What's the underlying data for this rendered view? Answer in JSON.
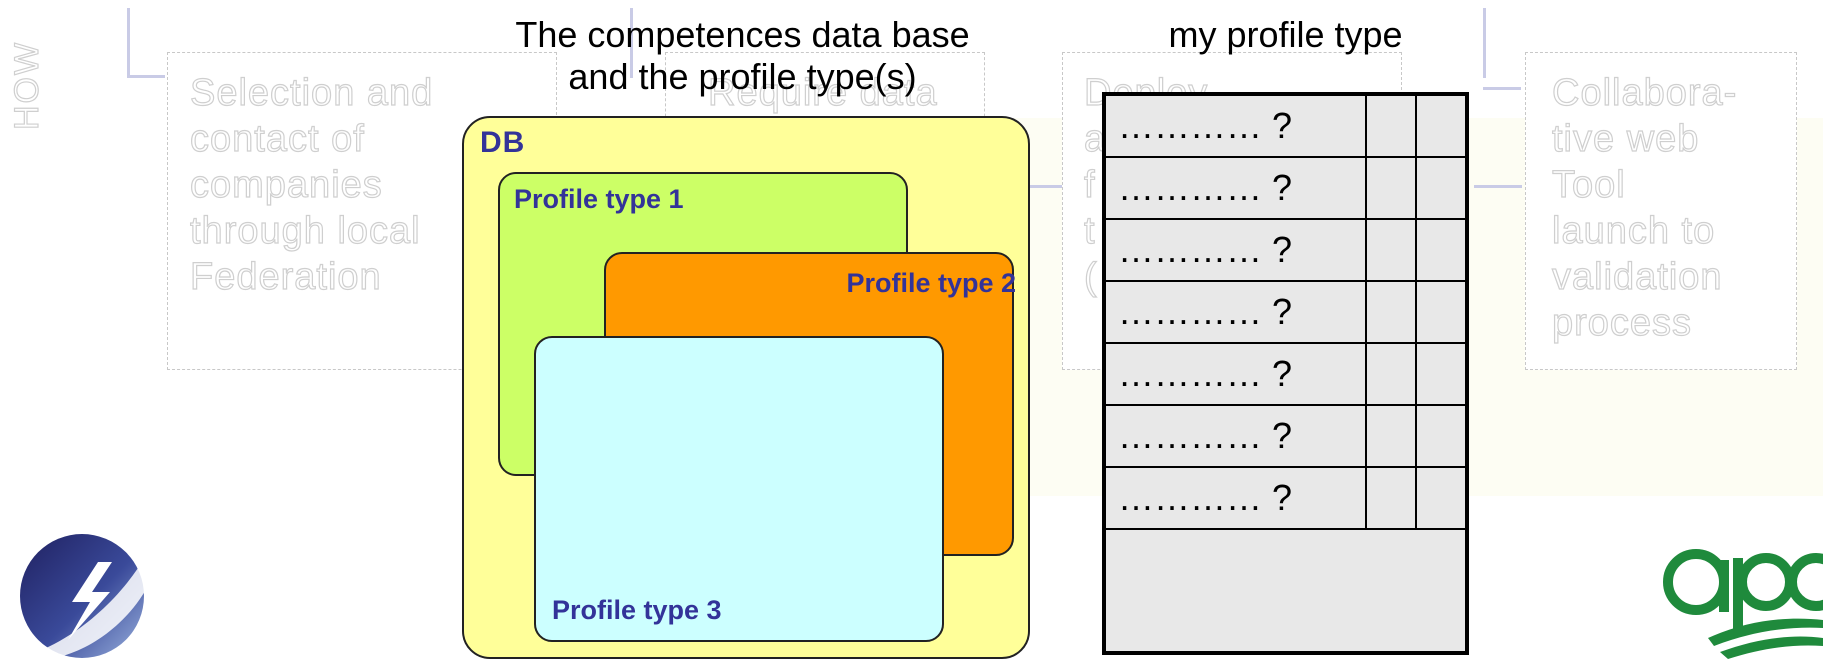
{
  "background": {
    "side_label": "HOW",
    "steps": [
      {
        "id": "step1",
        "lines": [
          "Selection and",
          "contact of",
          "companies",
          "through local",
          "Federation"
        ]
      },
      {
        "id": "step2",
        "lines": [
          "Require data"
        ]
      },
      {
        "id": "step3",
        "lines": [
          "Deploy...",
          "a",
          "f",
          "t",
          "("
        ]
      },
      {
        "id": "step4",
        "lines": [
          "Collabora-",
          "tive web",
          "Tool",
          "launch to",
          "validation",
          "process"
        ]
      }
    ]
  },
  "titles": {
    "db_title_line1": "The competences data base",
    "db_title_line2": "and the profile type(s)",
    "profile_title": "my profile type"
  },
  "db": {
    "label": "DB",
    "profile_types": [
      "Profile type 1",
      "Profile type 2",
      "Profile type 3"
    ]
  },
  "profile_table": {
    "rows": [
      "………… ?",
      "………… ?",
      "………… ?",
      "………… ?",
      "………… ?",
      "………… ?",
      "………… ?"
    ]
  },
  "colors": {
    "db_fill": "#ffff99",
    "profile1_fill": "#ccff66",
    "profile2_fill": "#ff9900",
    "profile3_fill": "#ccffff",
    "label_color": "#333399",
    "table_fill": "#e8e8e8"
  },
  "logos": {
    "left": "lightning-bolt-logo",
    "right": "afpa-logo"
  }
}
